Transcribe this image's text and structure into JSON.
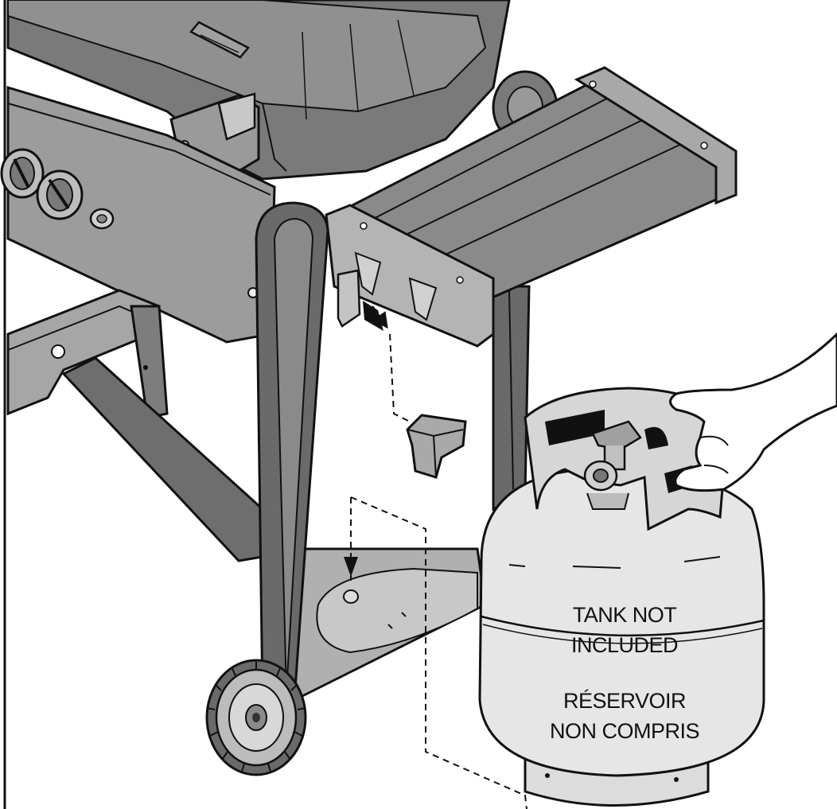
{
  "tank_label": {
    "english_line1": "TANK NOT",
    "english_line2": "INCLUDED",
    "french_line1": "RÉSERVOIR",
    "french_line2": "NON COMPRIS"
  },
  "colors": {
    "outline": "#111111",
    "dark_metal": "#6b6b6b",
    "mid_metal": "#8c8c8c",
    "light_metal": "#b8b8b8",
    "tank_body": "#e6e6e6",
    "background": "#ffffff"
  },
  "icons": [
    "down-arrow-icon",
    "hand-icon",
    "wheel-icon",
    "control-knob-icon",
    "propane-tank-icon"
  ]
}
